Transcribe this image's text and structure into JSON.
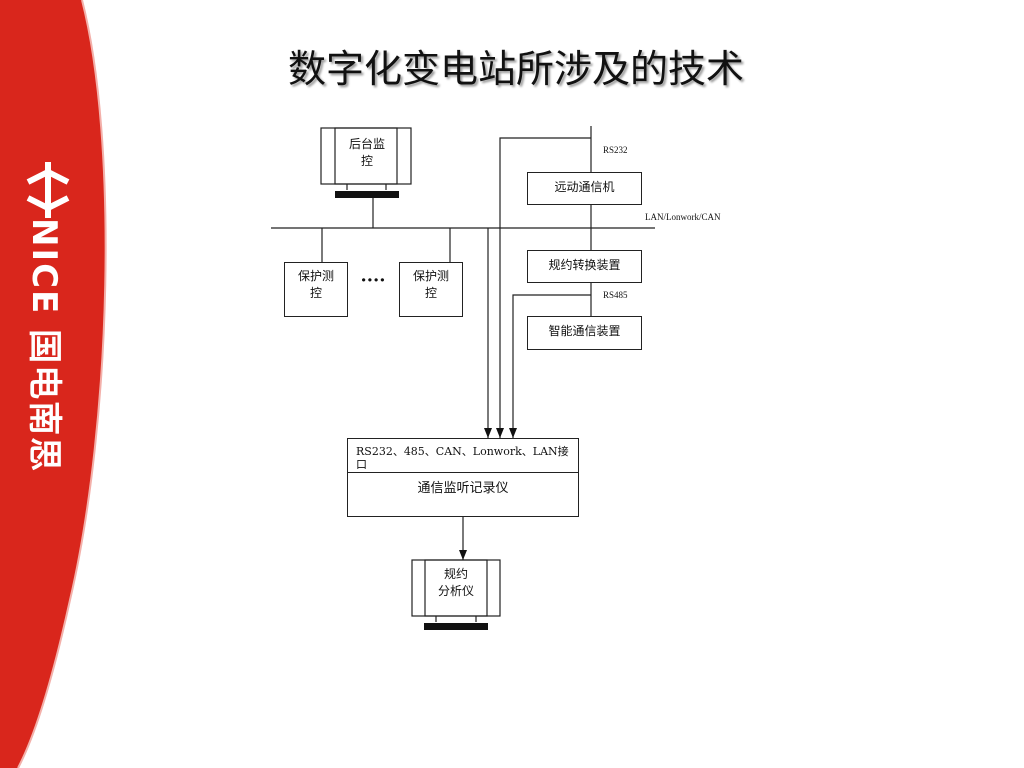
{
  "title": "数字化变电站所涉及的技术",
  "brand": {
    "logo_text": "NICE 国电南思",
    "red": "#d9261c"
  },
  "diagram": {
    "backend_monitor": "后台监\n控",
    "rs232_top": "RS232",
    "remote_comm": "远动通信机",
    "network_label": "LAN/Lonwork/CAN",
    "protection_1": "保护测\n控",
    "ellipsis": "····",
    "protection_2": "保护测\n控",
    "protocol_converter": "规约转换装置",
    "rs485": "RS485",
    "smart_comm": "智能通信装置",
    "interfaces": "RS232、485、CAN、Lonwork、LAN接口",
    "recorder": "通信监听记录仪",
    "analyzer": "规约\n分析仪"
  }
}
